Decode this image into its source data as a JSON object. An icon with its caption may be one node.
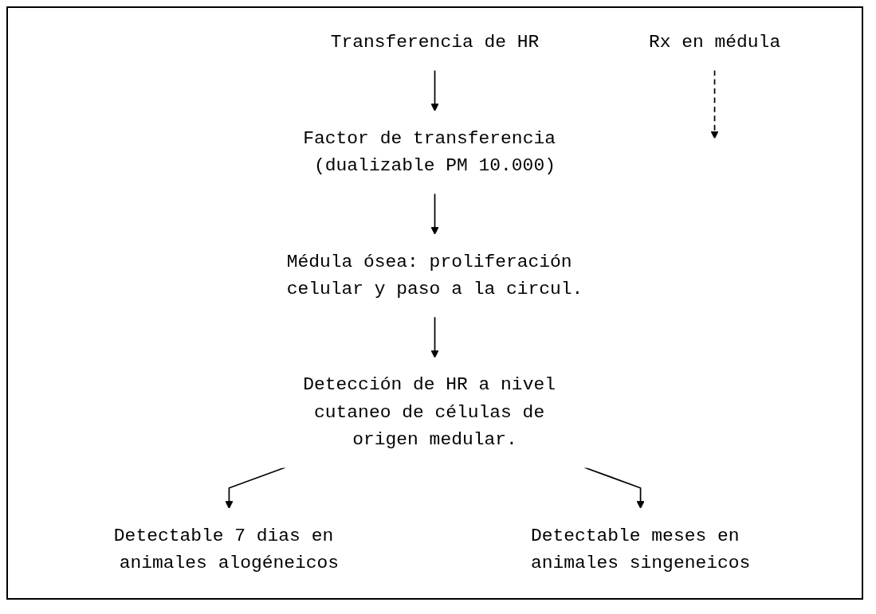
{
  "diagram": {
    "nodes": [
      {
        "text": [
          "Transferencia de HR"
        ]
      },
      {
        "text": [
          "Factor de transferencia (dualizable PM 10.000)"
        ]
      },
      {
        "text": [
          "Médula ósea: proliferación celular y paso a la circul."
        ]
      },
      {
        "text": [
          "Rx en médula"
        ]
      },
      {
        "text": [
          "Detección de HR a nivel cutaneo de células de origen medular."
        ]
      },
      {
        "text": [
          "Detectable 7 dias en animales alogéneicos"
        ]
      },
      {
        "text": [
          "Detectable meses en animales singeneicos"
        ]
      }
    ],
    "edges": [
      {
        "from": 0,
        "to": 1,
        "arrow": "to"
      },
      {
        "from": 1,
        "to": 2,
        "arrow": "to"
      },
      {
        "from": 2,
        "to": 4,
        "arrow": "to"
      },
      {
        "from": 3,
        "to": null,
        "arrow": "to",
        "style": "dashed"
      },
      {
        "from": 4,
        "to": 5,
        "arrow": "to"
      },
      {
        "from": 4,
        "to": 6,
        "arrow": "to"
      }
    ]
  }
}
